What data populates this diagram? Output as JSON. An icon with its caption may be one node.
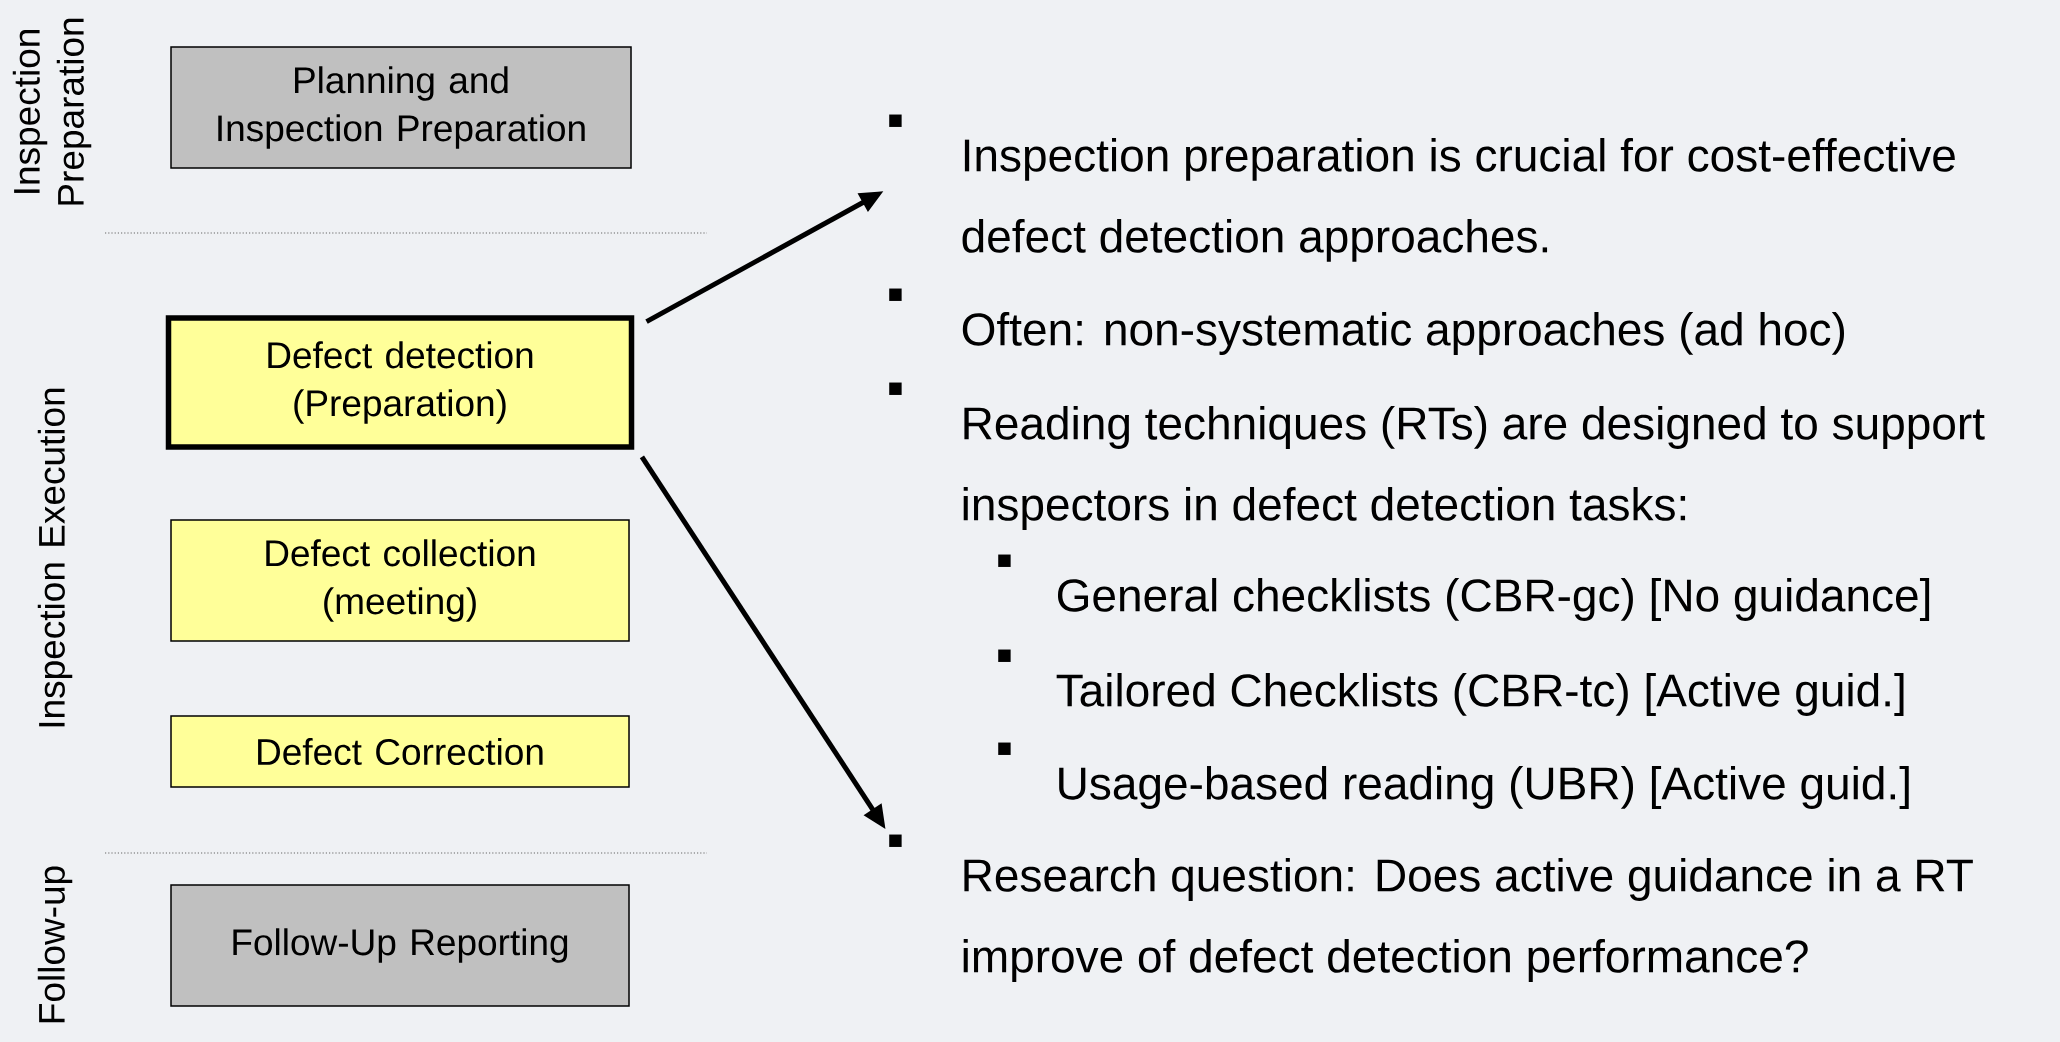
{
  "diagram": {
    "nodes": [
      {
        "text": [
          "Planning and Inspection Preparation"
        ]
      },
      {
        "text": [
          "Defect detection (Preparation)"
        ]
      },
      {
        "text": [
          "Defect collection (meeting)"
        ]
      },
      {
        "text": [
          "Defect Correction"
        ]
      },
      {
        "text": [
          "Follow-Up Reporting"
        ]
      },
      {
        "text": [
          "Inspection preparation is crucial for cost-effective defect detection approaches."
        ]
      },
      {
        "text": [
          "Research question: Does active guidance in a RT improve of defect detection performance?"
        ]
      }
    ],
    "edges": [
      {
        "from": 1,
        "to": 5,
        "arrow": "to"
      },
      {
        "from": 1,
        "to": 6,
        "arrow": "to"
      }
    ],
    "labels": [
      "Inspection Preparation",
      "Inspection Execution",
      "Follow-up",
      "Often: non-systematic approaches (ad hoc)",
      "Reading techniques (RTs) are designed to support inspectors in defect detection tasks:",
      "General checklists (CBR-gc) [No guidance]",
      "Tailored Checklists (CBR-tc) [Active guid.]",
      "Usage-based reading (UBR) [Active guid.]"
    ]
  }
}
